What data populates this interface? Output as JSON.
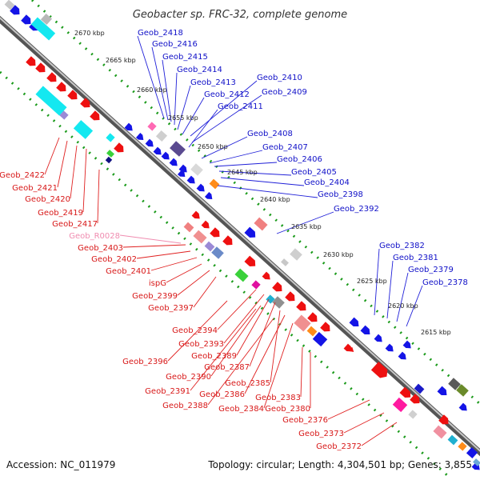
{
  "title": "Geobacter sp. FRC-32, complete genome",
  "footer": {
    "accession": "Accession: NC_011979",
    "summary": "Topology: circular; Length: 4,304,501 bp; Genes: 3,855"
  },
  "scale_labels": [
    "2670 kbp",
    "2665 kbp",
    "2660 kbp",
    "2655 kbp",
    "2650 kbp",
    "2645 kbp",
    "2640 kbp",
    "2635 kbp",
    "2630 kbp",
    "2625 kbp",
    "2620 kbp",
    "2615 kbp"
  ],
  "forward_genes": [
    "Geob_2418",
    "Geob_2416",
    "Geob_2415",
    "Geob_2414",
    "Geob_2413",
    "Geob_2410",
    "Geob_2412",
    "Geob_2409",
    "Geob_2411",
    "Geob_2408",
    "Geob_2407",
    "Geob_2406",
    "Geob_2405",
    "Geob_2404",
    "Geob_2398",
    "Geob_2392",
    "Geob_2382",
    "Geob_2381",
    "Geob_2379",
    "Geob_2378"
  ],
  "reverse_genes": [
    "Geob_2422",
    "Geob_2421",
    "Geob_2420",
    "Geob_2419",
    "Geob_2417",
    "Geob_R0028",
    "Geob_2403",
    "Geob_2402",
    "Geob_2401",
    "ispG",
    "Geob_2399",
    "Geob_2397",
    "Geob_2394",
    "Geob_2393",
    "Geob_2396",
    "Geob_2389",
    "Geob_2387",
    "Geob_2390",
    "Geob_2391",
    "Geob_2385",
    "Geob_2386",
    "Geob_2388",
    "Geob_2383",
    "Geob_2384",
    "Geob_2380",
    "Geob_2376",
    "Geob_2373",
    "Geob_2372"
  ],
  "colors": {
    "forward": "#1010e0",
    "reverse": "#e81010",
    "rna": "#f08cb0",
    "backbone": "#888888",
    "dots": "#1a9a1a"
  }
}
